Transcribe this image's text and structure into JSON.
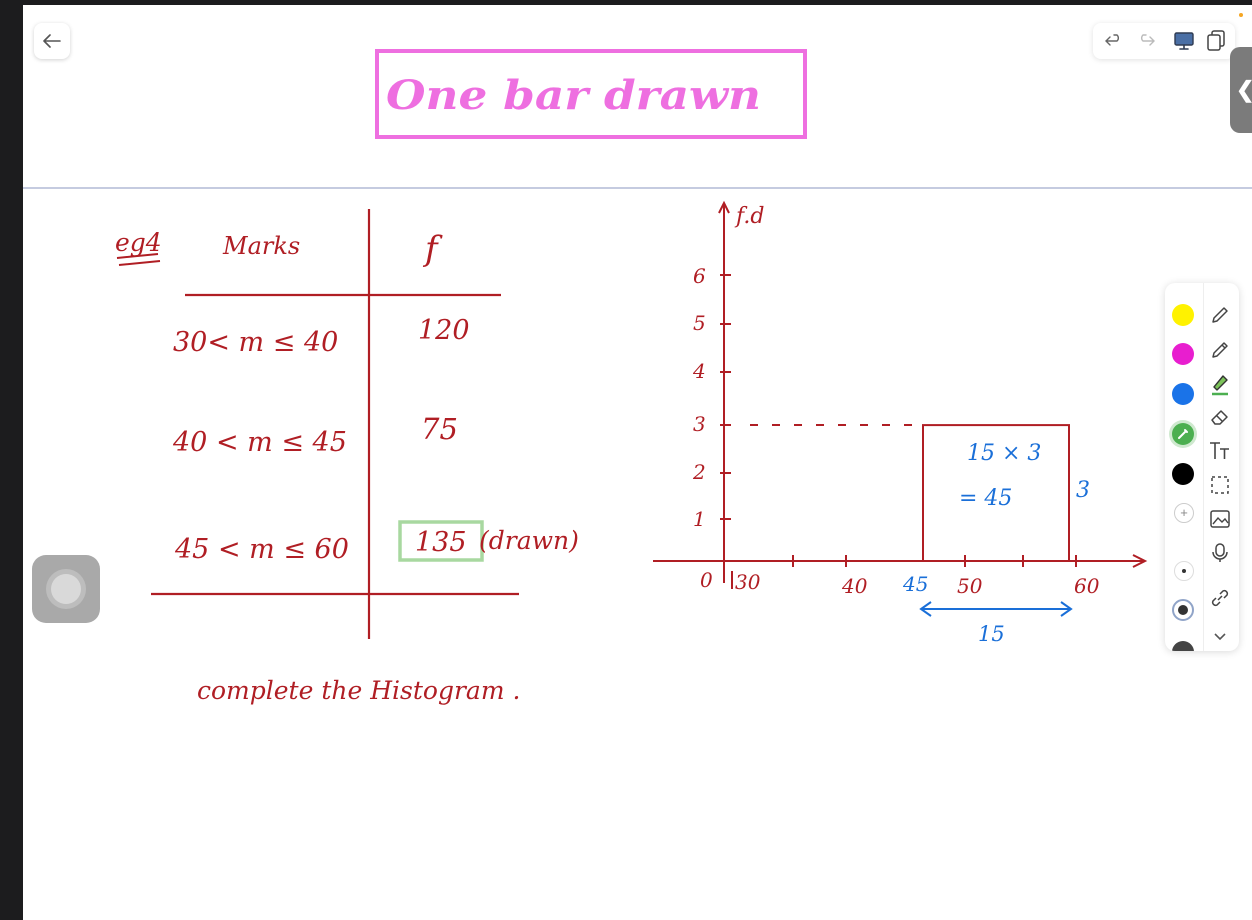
{
  "title": "One bar drawn",
  "table": {
    "example_label": "eg4",
    "col_marks": "Marks",
    "col_f": "f",
    "rows": [
      {
        "marks": "30< m ≤ 40",
        "f": "120"
      },
      {
        "marks": "40 < m ≤ 45",
        "f": "75"
      },
      {
        "marks": "45 < m ≤ 60",
        "f": "135"
      }
    ],
    "drawn_note": "(drawn)"
  },
  "instruction": "complete the Histogram .",
  "chart_data": {
    "type": "bar",
    "ylabel": "f.d",
    "y_ticks": [
      "1",
      "2",
      "3",
      "4",
      "5",
      "6"
    ],
    "x_tick_labels": [
      "30",
      "40",
      "45",
      "50",
      "60"
    ],
    "origin_label": "0",
    "bars": [
      {
        "x0": 45,
        "x1": 60,
        "height": 3
      }
    ],
    "annotations": {
      "area_line1": "15 × 3",
      "area_line2": "= 45",
      "height_label": "3",
      "width_label": "15"
    }
  },
  "colors": {
    "ink_red": "#b01e24",
    "ink_blue": "#1a6fd8",
    "ink_pink": "#ee6fe0",
    "highlight_green": "#a8d8a0"
  },
  "palette": {
    "swatches": [
      "#fff200",
      "#e81ecf",
      "#1a73e8",
      "#4caf50",
      "#000000"
    ],
    "selected_swatch": "#4caf50"
  },
  "icons": {
    "back": "arrow-left-icon",
    "undo": "undo-icon",
    "redo": "redo-icon",
    "present": "monitor-icon",
    "pages": "copy-pages-icon",
    "collapse": "chevron-left-icon"
  }
}
